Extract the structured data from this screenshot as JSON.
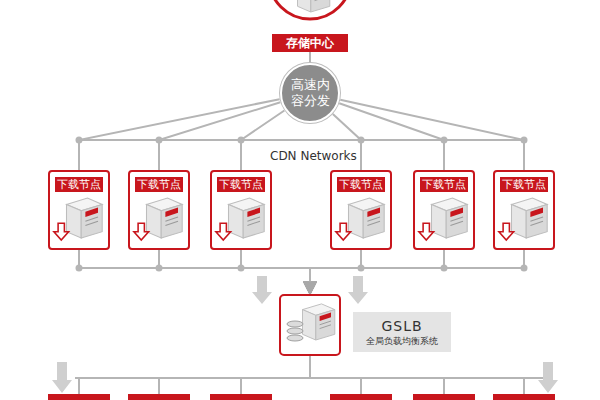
{
  "diagram": {
    "nodes": [
      {
        "text": [
          "存储中心"
        ]
      },
      {
        "text": [
          "高速内容分发"
        ]
      },
      {
        "text": [
          "下载节点"
        ]
      },
      {
        "text": [
          "下载节点"
        ]
      },
      {
        "text": [
          "下载节点"
        ]
      },
      {
        "text": [
          "下载节点"
        ]
      },
      {
        "text": [
          "下载节点"
        ]
      },
      {
        "text": [
          "下载节点"
        ]
      },
      {
        "text": [
          "GSLB",
          "全局负载均衡系统"
        ]
      }
    ],
    "edges": [
      {
        "from": 0,
        "to": 1,
        "arrow": "none"
      },
      {
        "from": 1,
        "to": 2,
        "arrow": "none"
      },
      {
        "from": 1,
        "to": 3,
        "arrow": "none"
      },
      {
        "from": 1,
        "to": 4,
        "arrow": "none"
      },
      {
        "from": 1,
        "to": 5,
        "arrow": "none"
      },
      {
        "from": 1,
        "to": 6,
        "arrow": "none"
      },
      {
        "from": 1,
        "to": 7,
        "arrow": "none"
      },
      {
        "from": 2,
        "to": 8,
        "arrow": "to"
      },
      {
        "from": 3,
        "to": 8,
        "arrow": "to"
      },
      {
        "from": 4,
        "to": 8,
        "arrow": "to"
      },
      {
        "from": 5,
        "to": 8,
        "arrow": "to"
      },
      {
        "from": 6,
        "to": 8,
        "arrow": "to"
      },
      {
        "from": 7,
        "to": 8,
        "arrow": "to"
      }
    ],
    "labels": [
      "CDN Networks"
    ]
  }
}
